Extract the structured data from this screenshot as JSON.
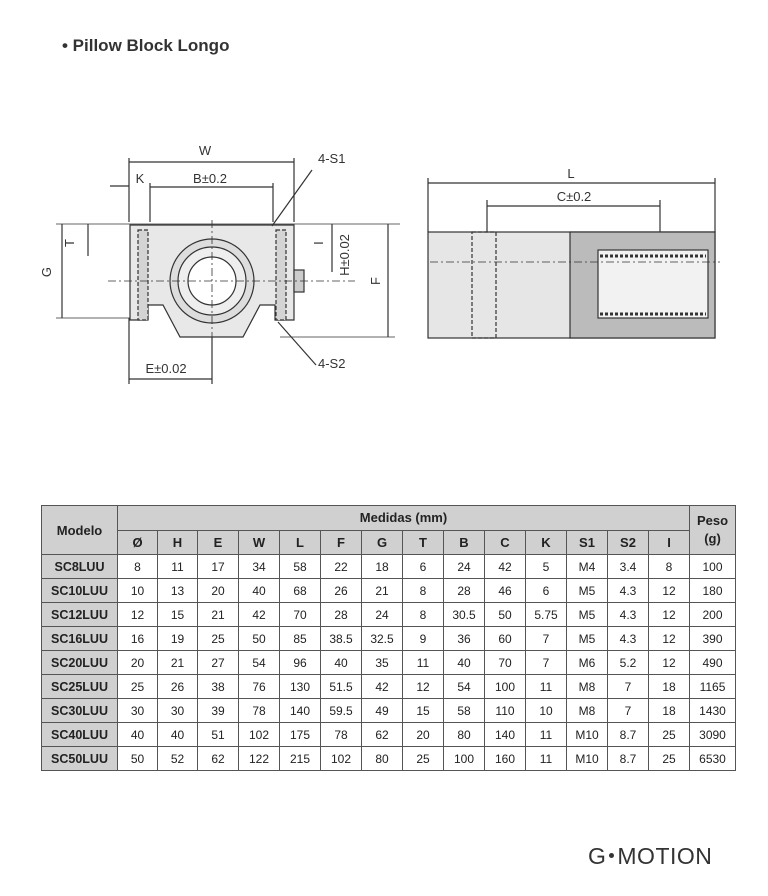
{
  "title": "• Pillow Block Longo",
  "drawing": {
    "front": {
      "W": "W",
      "B": "B±0.2",
      "K": "K",
      "S1": "4-S1",
      "S2": "4-S2",
      "T": "T",
      "I": "I",
      "H": "H±0.02",
      "F": "F",
      "G": "G",
      "E": "E±0.02"
    },
    "side": {
      "L": "L",
      "C": "C±0.2"
    }
  },
  "table": {
    "model_header": "Modelo",
    "group_header": "Medidas (mm)",
    "weight_header": "Peso (g)",
    "columns": [
      "Ø",
      "H",
      "E",
      "W",
      "L",
      "F",
      "G",
      "T",
      "B",
      "C",
      "K",
      "S1",
      "S2",
      "I"
    ],
    "rows": [
      {
        "model": "SC8LUU",
        "values": [
          "8",
          "11",
          "17",
          "34",
          "58",
          "22",
          "18",
          "6",
          "24",
          "42",
          "5",
          "M4",
          "3.4",
          "8"
        ],
        "weight": "100"
      },
      {
        "model": "SC10LUU",
        "values": [
          "10",
          "13",
          "20",
          "40",
          "68",
          "26",
          "21",
          "8",
          "28",
          "46",
          "6",
          "M5",
          "4.3",
          "12"
        ],
        "weight": "180"
      },
      {
        "model": "SC12LUU",
        "values": [
          "12",
          "15",
          "21",
          "42",
          "70",
          "28",
          "24",
          "8",
          "30.5",
          "50",
          "5.75",
          "M5",
          "4.3",
          "12"
        ],
        "weight": "200"
      },
      {
        "model": "SC16LUU",
        "values": [
          "16",
          "19",
          "25",
          "50",
          "85",
          "38.5",
          "32.5",
          "9",
          "36",
          "60",
          "7",
          "M5",
          "4.3",
          "12"
        ],
        "weight": "390"
      },
      {
        "model": "SC20LUU",
        "values": [
          "20",
          "21",
          "27",
          "54",
          "96",
          "40",
          "35",
          "11",
          "40",
          "70",
          "7",
          "M6",
          "5.2",
          "12"
        ],
        "weight": "490"
      },
      {
        "model": "SC25LUU",
        "values": [
          "25",
          "26",
          "38",
          "76",
          "130",
          "51.5",
          "42",
          "12",
          "54",
          "100",
          "11",
          "M8",
          "7",
          "18"
        ],
        "weight": "1165"
      },
      {
        "model": "SC30LUU",
        "values": [
          "30",
          "30",
          "39",
          "78",
          "140",
          "59.5",
          "49",
          "15",
          "58",
          "110",
          "10",
          "M8",
          "7",
          "18"
        ],
        "weight": "1430"
      },
      {
        "model": "SC40LUU",
        "values": [
          "40",
          "40",
          "51",
          "102",
          "175",
          "78",
          "62",
          "20",
          "80",
          "140",
          "11",
          "M10",
          "8.7",
          "25"
        ],
        "weight": "3090"
      },
      {
        "model": "SC50LUU",
        "values": [
          "50",
          "52",
          "62",
          "122",
          "215",
          "102",
          "80",
          "25",
          "100",
          "160",
          "11",
          "M10",
          "8.7",
          "25"
        ],
        "weight": "6530"
      }
    ]
  },
  "brand": {
    "left": "G",
    "right": "MOTION"
  }
}
